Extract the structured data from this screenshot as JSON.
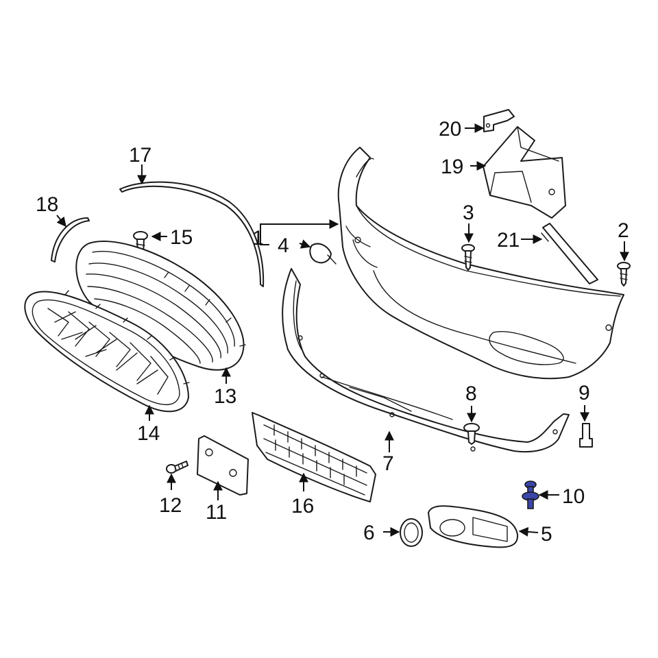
{
  "colors": {
    "line": "#1a1a1a",
    "background": "#ffffff",
    "highlight": "#3b46a8"
  },
  "callouts": {
    "c1": "1",
    "c2": "2",
    "c3": "3",
    "c4": "4",
    "c5": "5",
    "c6": "6",
    "c7": "7",
    "c8": "8",
    "c9": "9",
    "c10": "10",
    "c11": "11",
    "c12": "12",
    "c13": "13",
    "c14": "14",
    "c15": "15",
    "c16": "16",
    "c17": "17",
    "c18": "18",
    "c19": "19",
    "c20": "20",
    "c21": "21"
  },
  "highlighted_part": "10"
}
